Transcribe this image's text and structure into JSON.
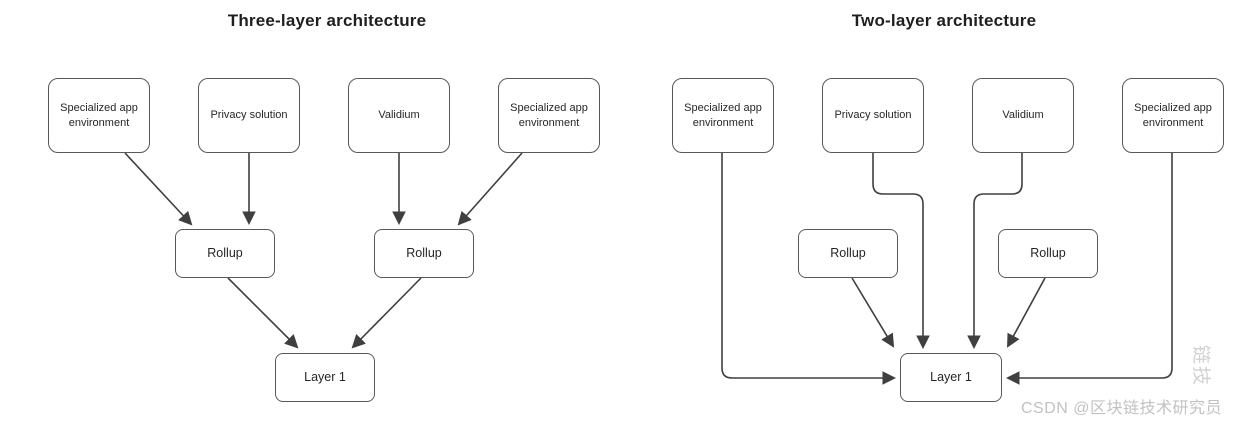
{
  "diagrams": [
    {
      "title": "Three-layer architecture",
      "nodes": [
        {
          "label": "Specialized app environment"
        },
        {
          "label": "Privacy solution"
        },
        {
          "label": "Validium"
        },
        {
          "label": "Specialized app environment"
        },
        {
          "label": "Rollup"
        },
        {
          "label": "Rollup"
        },
        {
          "label": "Layer 1"
        }
      ],
      "edges": [
        {
          "from": "Specialized app environment (left)",
          "to": "Rollup (left)"
        },
        {
          "from": "Privacy solution",
          "to": "Rollup (left)"
        },
        {
          "from": "Validium",
          "to": "Rollup (right)"
        },
        {
          "from": "Specialized app environment (right)",
          "to": "Rollup (right)"
        },
        {
          "from": "Rollup (left)",
          "to": "Layer 1"
        },
        {
          "from": "Rollup (right)",
          "to": "Layer 1"
        }
      ]
    },
    {
      "title": "Two-layer architecture",
      "nodes": [
        {
          "label": "Specialized app environment"
        },
        {
          "label": "Privacy solution"
        },
        {
          "label": "Validium"
        },
        {
          "label": "Specialized app environment"
        },
        {
          "label": "Rollup"
        },
        {
          "label": "Rollup"
        },
        {
          "label": "Layer 1"
        }
      ],
      "edges": [
        {
          "from": "Specialized app environment (left)",
          "to": "Layer 1"
        },
        {
          "from": "Privacy solution",
          "to": "Layer 1"
        },
        {
          "from": "Validium",
          "to": "Layer 1"
        },
        {
          "from": "Specialized app environment (right)",
          "to": "Layer 1"
        },
        {
          "from": "Rollup (left)",
          "to": "Layer 1"
        },
        {
          "from": "Rollup (right)",
          "to": "Layer 1"
        }
      ]
    }
  ],
  "watermark": {
    "text": "CSDN @区块链技术研究员",
    "vertical_mark": "链技",
    "color": "#c2c2c2"
  },
  "colors": {
    "line": "#3f3f3f",
    "node_border": "#585858",
    "node_text": "#262626",
    "title_text": "#1f1f1f"
  }
}
